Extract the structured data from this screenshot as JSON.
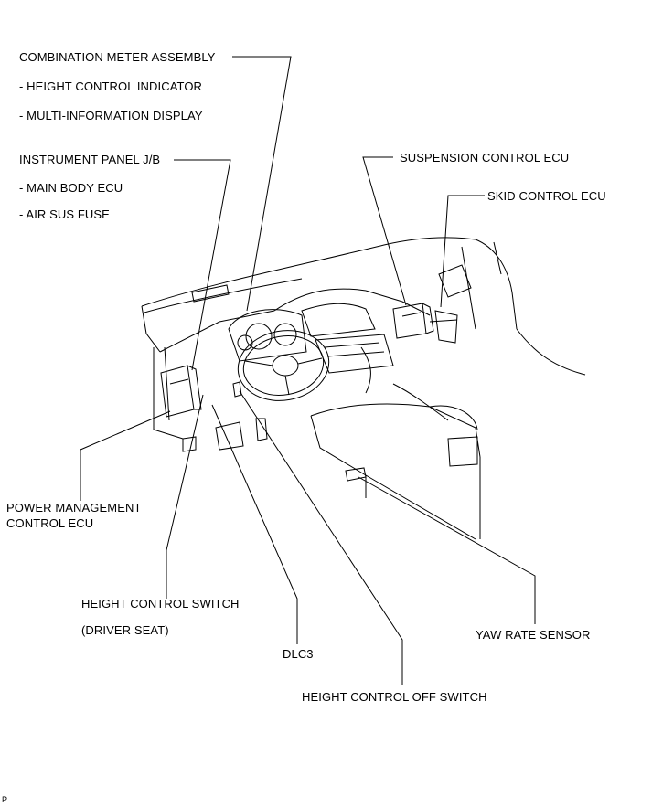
{
  "labels": {
    "combination_meter": "COMBINATION METER ASSEMBLY",
    "height_control_indicator": "- HEIGHT CONTROL INDICATOR",
    "multi_info_display": "- MULTI-INFORMATION DISPLAY",
    "instrument_panel_jb": "INSTRUMENT PANEL J/B",
    "main_body_ecu": "- MAIN BODY ECU",
    "air_sus_fuse": "- AIR SUS FUSE",
    "suspension_control_ecu": "SUSPENSION CONTROL ECU",
    "skid_control_ecu": "SKID CONTROL ECU",
    "power_management_1": "POWER MANAGEMENT",
    "power_management_2": "CONTROL ECU",
    "height_control_switch": "HEIGHT CONTROL SWITCH",
    "driver_seat": "(DRIVER SEAT)",
    "dlc3": "DLC3",
    "yaw_rate_sensor": "YAW RATE SENSOR",
    "height_control_off_switch": "HEIGHT CONTROL OFF SWITCH",
    "corner_mark": "P"
  },
  "colors": {
    "ink": "#000000",
    "background": "#ffffff"
  }
}
